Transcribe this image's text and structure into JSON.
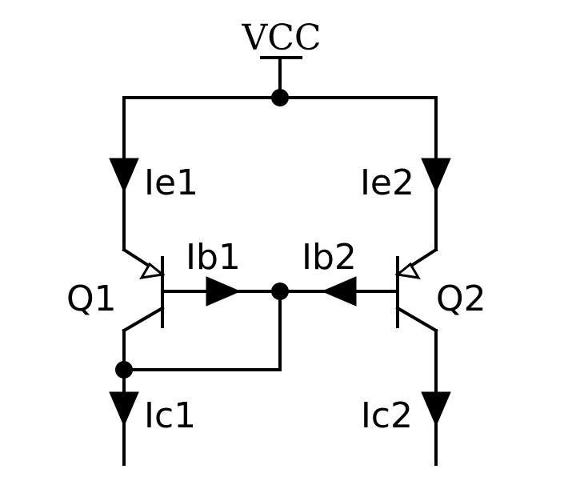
{
  "diagram": {
    "supply": {
      "label": "VCC"
    },
    "transistors": [
      {
        "id": "q1",
        "label": "Q1"
      },
      {
        "id": "q2",
        "label": "Q2"
      }
    ],
    "currents": {
      "ie1": "Ie1",
      "ie2": "Ie2",
      "ib1": "Ib1",
      "ib2": "Ib2",
      "ic1": "Ic1",
      "ic2": "Ic2"
    }
  }
}
